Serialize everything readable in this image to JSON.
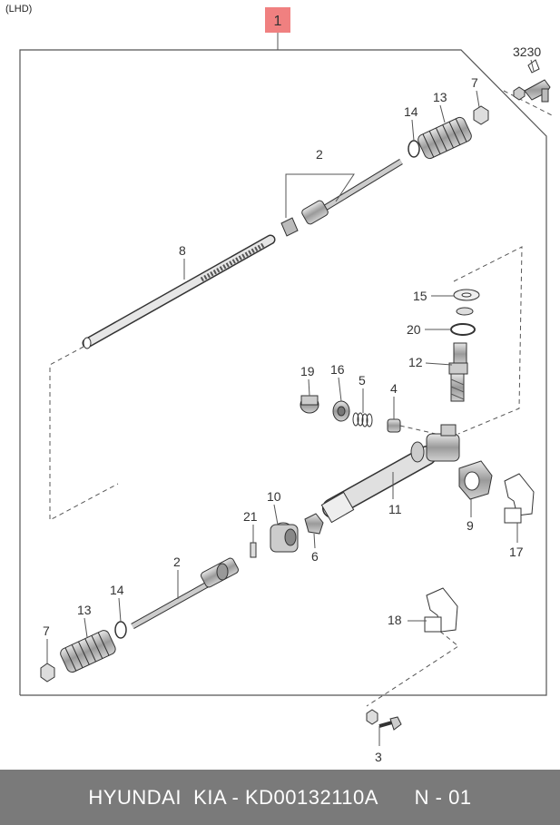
{
  "header": {
    "variant": "(LHD)"
  },
  "callouts": {
    "assembly": "1",
    "tie_rod_end_upper": "3230",
    "lock_nut_upper": "7",
    "boot_upper": "13",
    "clip_upper": "14",
    "tie_rod_upper": "2",
    "rack": "8",
    "seal_15": "15",
    "seal_20": "20",
    "pinion": "12",
    "plug": "19",
    "yoke_nut": "16",
    "spring": "5",
    "yoke": "4",
    "housing": "11",
    "bush_10": "10",
    "pin": "21",
    "bush_6": "6",
    "mount_9": "9",
    "bracket_17": "17",
    "tie_rod_lower": "2",
    "clip_lower": "14",
    "boot_lower": "13",
    "lock_nut_lower": "7",
    "bracket_18": "18",
    "bolt": "3"
  },
  "colors": {
    "callout_box": "#f08080",
    "footer_bg": "#7a7a7a",
    "footer_text": "#ffffff"
  },
  "footer": {
    "brand": "HYUNDAI  KIA - KD00132110A",
    "page": "N - 01"
  }
}
